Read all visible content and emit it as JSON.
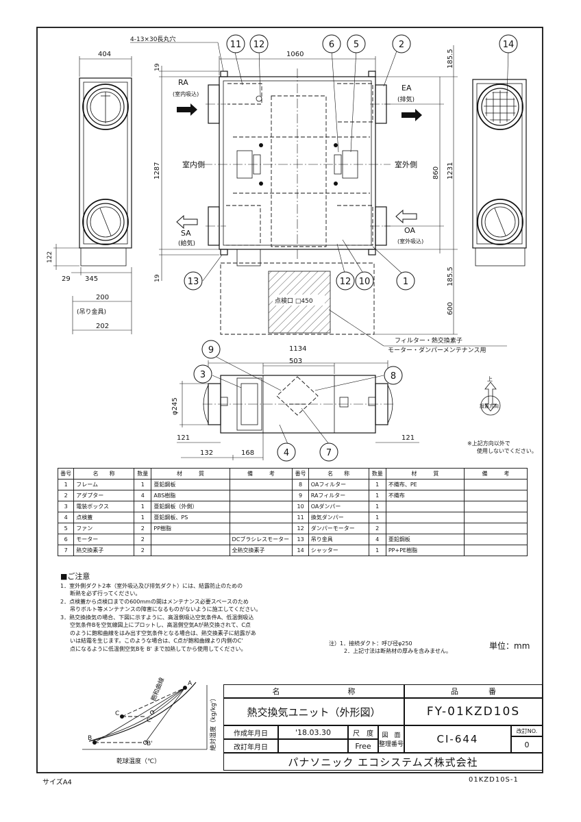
{
  "labels": {
    "slot": "4-13×30長丸穴",
    "ra": "RA",
    "ra_sub": "(室内吸込)",
    "ea": "EA",
    "ea_sub": "(排気)",
    "sa": "SA",
    "sa_sub": "(給気)",
    "oa": "OA",
    "oa_sub": "(室外吸込)",
    "indoor": "室内側",
    "outdoor": "室外側",
    "inspection": "点検口 □450",
    "maint1": "フィルター・熱交換素子",
    "maint2": "モーター・ダンパーメンテナンス用",
    "hanger": "(吊り金具)",
    "up": "上",
    "orient": "設置方向",
    "orient_note1": "※上記方向以外で",
    "orient_note2": "使用しないでください。",
    "phi245": "φ245"
  },
  "dims": {
    "d404": "404",
    "d1060": "1060",
    "d19a": "19",
    "d19b": "19",
    "d1287": "1287",
    "d1855a": "185.5",
    "d1855b": "185.5",
    "d860": "860",
    "d1231": "1231",
    "d600": "600",
    "d122": "122",
    "d29": "29",
    "d345": "345",
    "d200": "200",
    "d202": "202",
    "d1134": "1134",
    "d503": "503",
    "d121a": "121",
    "d121b": "121",
    "d132": "132",
    "d168": "168"
  },
  "balloons": [
    "1",
    "2",
    "3",
    "4",
    "5",
    "6",
    "7",
    "8",
    "9",
    "10",
    "11",
    "12",
    "12",
    "13",
    "14"
  ],
  "table": {
    "headers": [
      "番号",
      "名　　称",
      "数量",
      "材　　　質",
      "備　　　考",
      "番号",
      "名　　称",
      "数量",
      "材　　　質",
      "備　　　考"
    ],
    "rows": [
      [
        "1",
        "フレーム",
        "1",
        "亜鉛鋼板",
        "",
        "8",
        "OAフィルター",
        "1",
        "不織布、PE",
        ""
      ],
      [
        "2",
        "アダプター",
        "4",
        "ABS樹脂",
        "",
        "9",
        "RAフィルター",
        "1",
        "不織布",
        ""
      ],
      [
        "3",
        "電装ボックス",
        "1",
        "亜鉛鋼板（外側）",
        "",
        "10",
        "OAダンパー",
        "1",
        "",
        ""
      ],
      [
        "4",
        "点検蓋",
        "1",
        "亜鉛鋼板、PS",
        "",
        "11",
        "換気ダンパー",
        "1",
        "",
        ""
      ],
      [
        "5",
        "ファン",
        "2",
        "PP樹脂",
        "",
        "12",
        "ダンパーモーター",
        "2",
        "",
        ""
      ],
      [
        "6",
        "モーター",
        "2",
        "",
        "DCブラシレスモーター",
        "13",
        "吊り金具",
        "4",
        "亜鉛鋼板",
        ""
      ],
      [
        "7",
        "熱交換素子",
        "2",
        "",
        "全熱交換素子",
        "14",
        "シャッター",
        "1",
        "PP+PE樹脂",
        ""
      ]
    ]
  },
  "notes": {
    "title": "■ご注意",
    "n1a": "1．室外側ダクト2本（室外吸込及び排気ダクト）には、結露防止のための",
    "n1b": "断熱を必ず行ってください。",
    "n2a": "2．点検蓋から点検口までの600mmの間はメンテナンス必要スペースのため",
    "n2b": "吊りボルト等メンテナンスの障害になるものがないように施工してください。",
    "n3a": "3．熱交換換気の場合、下図に示すように、高温側吸込空気条件A、低温側吸込",
    "n3b": "空気条件Bを空気線図上にプロットし、高温側空気Aが熱交換されて、C点",
    "n3c": "のように飽和曲線をはみ出す空気条件となる場合は、熱交換素子に結露があ",
    "n3d": "いは結霜を生じます。このような場合は、C点が飽和曲線より内側のC'",
    "n3e": "点になるように低温側空気Bを B' まで加熱してから使用してください。"
  },
  "side_notes": {
    "a": "注）1．接続ダクト：呼び径φ250",
    "b": "2．上記寸法は断熱材の厚みを含みません。"
  },
  "unit": "単位：mm",
  "psychro": {
    "curve_label": "飽和曲線",
    "ylabel": "絶対湿度（kg/kg'）",
    "xlabel": "乾球温度（℃）",
    "A": "A",
    "B": "B",
    "Bp": "B'",
    "C": "C",
    "Cp": "C'"
  },
  "title_block": {
    "name_h": "名　　　　　　　　　称",
    "code_h": "品　　　　番",
    "name": "熱交換気ユニット（外形図）",
    "code": "FY-01KZD10S",
    "made_l": "作成年月日",
    "made_v": "'18.03.30",
    "scale_l": "尺　度",
    "scale_v": "Free",
    "drawing_l": "図　面",
    "drawing_l2": "整理番号",
    "drawing_no": "CI-644",
    "rev_l": "改訂年月日",
    "revno_l": "改訂NO.",
    "revno_v": "0",
    "company": "パナソニック エコシステムズ株式会社"
  },
  "footer": {
    "size": "サイズA4",
    "code": "01KZD10S-1"
  }
}
